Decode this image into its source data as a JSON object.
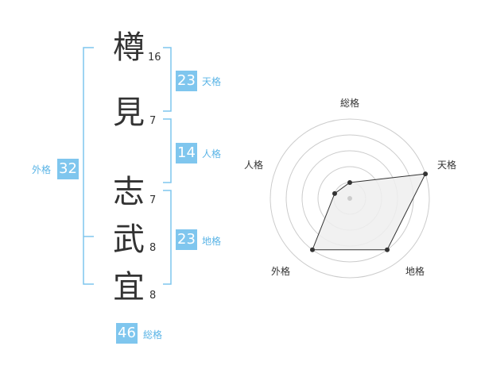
{
  "name_chars": [
    {
      "char": "樽",
      "strokes": "16"
    },
    {
      "char": "見",
      "strokes": "7"
    },
    {
      "char": "志",
      "strokes": "7"
    },
    {
      "char": "武",
      "strokes": "8"
    },
    {
      "char": "宜",
      "strokes": "8"
    }
  ],
  "fortunes": {
    "tenkaku": {
      "label": "天格",
      "value": "23"
    },
    "jinkaku": {
      "label": "人格",
      "value": "14"
    },
    "chikaku": {
      "label": "地格",
      "value": "23"
    },
    "gaikaku": {
      "label": "外格",
      "value": "32"
    },
    "soukaku": {
      "label": "総格",
      "value": "46"
    }
  },
  "colors": {
    "accent": "#7fc6ee",
    "accent_text": "#5ab4e6",
    "text": "#333333",
    "grid": "#cccccc",
    "fill": "#eeeeee"
  },
  "chart_data": {
    "type": "radar",
    "axes": [
      "総格",
      "天格",
      "地格",
      "外格",
      "人格"
    ],
    "values": [
      1,
      5,
      4,
      4,
      1
    ],
    "rings": 5
  }
}
